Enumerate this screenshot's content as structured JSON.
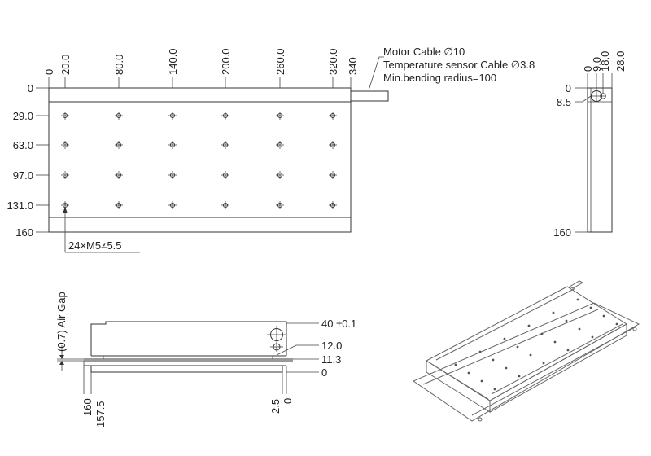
{
  "top_view": {
    "x_labels": [
      "0",
      "20.0",
      "80.0",
      "140.0",
      "200.0",
      "260.0",
      "320.0",
      "340"
    ],
    "y_labels": [
      "0",
      "29.0",
      "63.0",
      "97.0",
      "131.0",
      "160"
    ],
    "hole_note": "24×M5⩡5.5"
  },
  "cable_note": {
    "line1": "Motor Cable ∅10",
    "line2": "Temperature sensor Cable ∅3.8",
    "line3": "Min.bending radius=100"
  },
  "side_view": {
    "x_labels": [
      "0",
      "9.0",
      "18.0",
      "28.0"
    ],
    "y_labels": [
      "0",
      "8.5",
      "160"
    ]
  },
  "front_view": {
    "air_gap": "(0.7) Air Gap",
    "right_labels": [
      "40 ±0.1",
      "12.0",
      "11.3",
      "0"
    ],
    "bottom_labels": [
      "160",
      "157.5",
      "2.5",
      "0"
    ]
  }
}
